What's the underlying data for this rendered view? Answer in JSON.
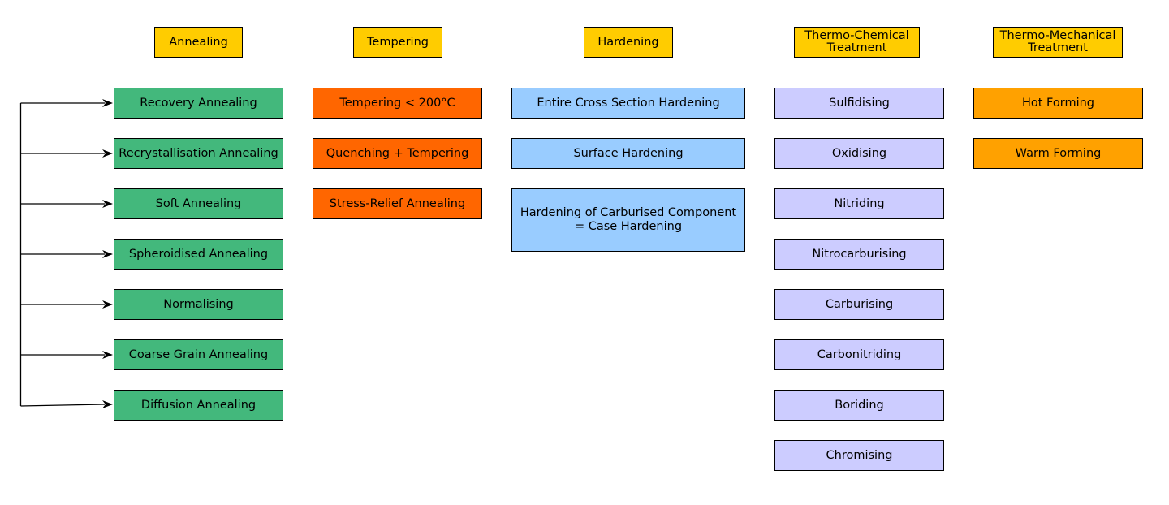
{
  "colors": {
    "header": "#ffcc00",
    "annealing": "#43b87c",
    "tempering": "#ff6600",
    "hardening": "#99ccff",
    "thermo_chemical": "#ccccff",
    "thermo_mechanical": "#ffa100",
    "line": "#000000"
  },
  "columns": [
    {
      "header": "Annealing",
      "color_key": "annealing",
      "items": [
        "Recovery Annealing",
        "Recrystallisation Annealing",
        "Soft Annealing",
        "Spheroidised Annealing",
        "Normalising",
        "Coarse Grain Annealing",
        "Diffusion Annealing"
      ]
    },
    {
      "header": "Tempering",
      "color_key": "tempering",
      "items": [
        "Tempering < 200°C",
        "Quenching + Tempering",
        "Stress-Relief Annealing"
      ]
    },
    {
      "header": "Hardening",
      "color_key": "hardening",
      "items": [
        "Entire Cross Section Hardening",
        "Surface Hardening",
        "Hardening of Carburised Component\n= Case Hardening"
      ]
    },
    {
      "header": "Thermo-Chemical\nTreatment",
      "color_key": "thermo_chemical",
      "items": [
        "Sulfidising",
        "Oxidising",
        "Nitriding",
        "Nitrocarburising",
        "Carburising",
        "Carbonitriding",
        "Boriding",
        "Chromising"
      ]
    },
    {
      "header": "Thermo-Mechanical\nTreatment",
      "color_key": "thermo_mechanical",
      "items": [
        "Hot Forming",
        "Warm Forming"
      ]
    }
  ]
}
